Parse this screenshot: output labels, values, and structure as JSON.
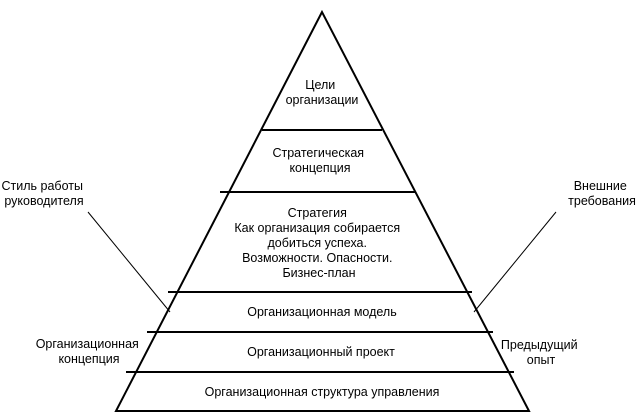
{
  "pyramid": {
    "levels": [
      {
        "lines": [
          "Цели",
          "организации"
        ]
      },
      {
        "lines": [
          "Стратегическая",
          "концепция"
        ]
      },
      {
        "lines": [
          "Стратегия",
          "Как организация собирается",
          "добиться успеха.",
          "Возможности. Опасности.",
          "Бизнес-план"
        ]
      },
      {
        "lines": [
          "Организационная модель"
        ]
      },
      {
        "lines": [
          "Организационный проект"
        ]
      },
      {
        "lines": [
          "Организационная структура управления"
        ]
      }
    ]
  },
  "side_labels": {
    "left_top": [
      "Стиль работы",
      "руководителя"
    ],
    "left_bottom": [
      "Организационная",
      "концепция"
    ],
    "right_top": [
      "Внешние",
      "требования"
    ],
    "right_bottom": [
      "Предыдущий",
      "опыт"
    ]
  },
  "colors": {
    "line": "#000000",
    "fill": "#ffffff",
    "text": "#000000"
  }
}
